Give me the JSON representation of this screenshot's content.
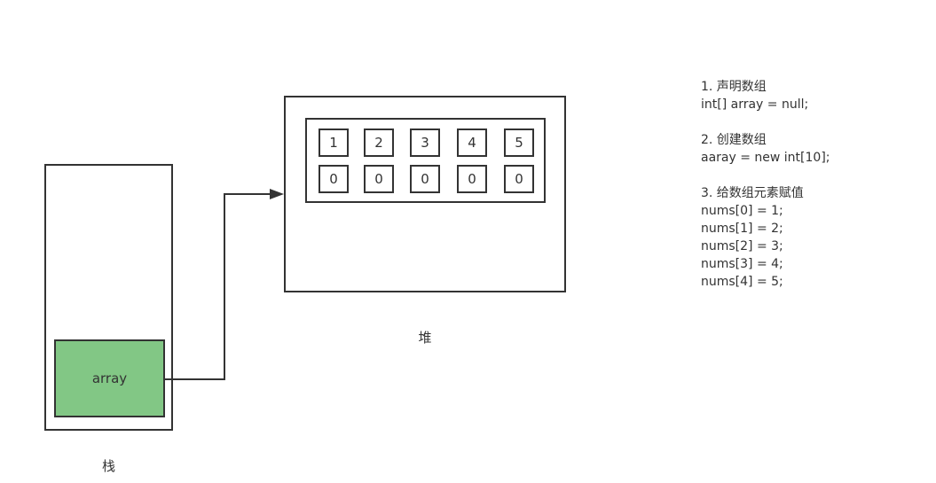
{
  "stack": {
    "label": "栈",
    "variable": "array"
  },
  "heap": {
    "label": "堆",
    "indices": [
      "1",
      "2",
      "3",
      "4",
      "5"
    ],
    "values": [
      "0",
      "0",
      "0",
      "0",
      "0"
    ]
  },
  "notes": {
    "lines": [
      "1. 声明数组",
      "int[] array = null;",
      "",
      "2. 创建数组",
      "aaray = new int[10];",
      "",
      "3. 给数组元素赋值",
      "nums[0] = 1;",
      "nums[1] = 2;",
      "nums[2] = 3;",
      "nums[3] = 4;",
      "nums[4] = 5;"
    ]
  },
  "colors": {
    "stroke": "#333333",
    "variable_fill": "#82c785"
  }
}
